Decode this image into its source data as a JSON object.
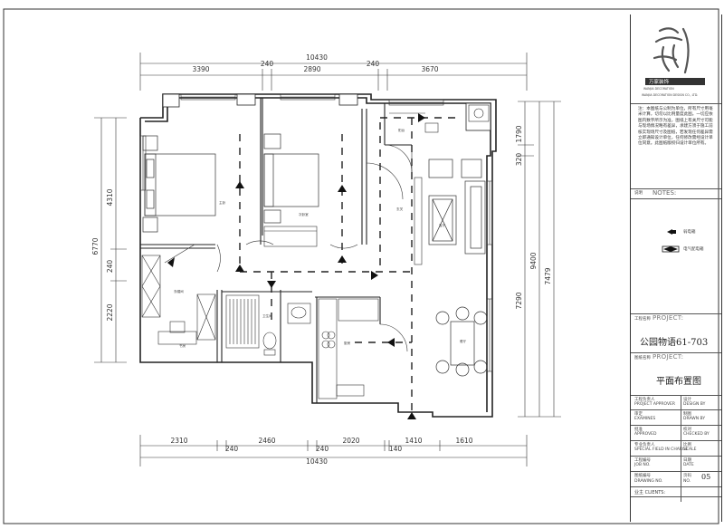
{
  "drawing": {
    "dims_top": [
      "10430",
      "3390",
      "240",
      "2890",
      "240",
      "3670"
    ],
    "dims_bottom": [
      "2310",
      "240",
      "2460",
      "240",
      "2020",
      "140",
      "1410",
      "1610",
      "10430"
    ],
    "dims_left": [
      "4310",
      "6770",
      "240",
      "2220"
    ],
    "dims_right": [
      "1790",
      "320",
      "9400",
      "7290",
      "7479"
    ],
    "room_labels": [
      "主卧",
      "次卧室",
      "卫生间",
      "衣帽间",
      "书房",
      "厨房",
      "客厅",
      "餐厅",
      "阳台",
      "玄关"
    ]
  },
  "title_block": {
    "company_cn": "万家装饰",
    "company_en": "WANJIA DECORATION",
    "company_sub": "WANJIA DECORATION DESIGN CO., LTD.",
    "notes_cn": "注：本图纸与公制为单位，所有尺寸用毫米计算，切勿以比例量度此图。一切应依图内数字所示为准，图纸上有关尺寸可能与现场情况略有差异，承建方须于施工前核实现场尺寸及图纸，若发现任何差异需立即通知设计单位，任何修改需经设计单位同意。此图纸版权归设计单位所有。",
    "notes_label_cn": "说明",
    "notes_label": "NOTES:",
    "legend": [
      {
        "label": "弱电箱"
      },
      {
        "label": "电气配电箱"
      }
    ],
    "project_label_cn": "工程名称",
    "project_label": "PROJECT:",
    "project_name": "公园物语61-703",
    "drawing_label_cn": "图纸名称",
    "drawing_label": "PROJECT:",
    "drawing_name": "平面布置图",
    "rows": [
      {
        "left": "工程负责人",
        "right": "设计"
      },
      {
        "left": "PROJECT APPROVER",
        "right": "DESIGN BY"
      },
      {
        "left": "审定",
        "right": "制图"
      },
      {
        "left": "EXAMINES",
        "right": "DRAWN BY"
      },
      {
        "left": "批准",
        "right": "校对"
      },
      {
        "left": "APPROVED",
        "right": "CHECKED BY"
      },
      {
        "left": "专业负责人",
        "right": "比例"
      },
      {
        "left": "SPECIAL FIELD IN CHARGE",
        "right": "SCALE"
      },
      {
        "left": "工程编号",
        "right": "日期"
      },
      {
        "left": "JOB NO.",
        "right": "DATE"
      },
      {
        "left": "图纸编号",
        "right": "页码"
      },
      {
        "left": "DRAWING NO.",
        "right": "NO."
      }
    ],
    "page_no": "05",
    "client_label": "业主 CLIENTS:"
  },
  "colors": {
    "line": "#222222",
    "light": "#555555",
    "sheet": "#ffffff"
  }
}
